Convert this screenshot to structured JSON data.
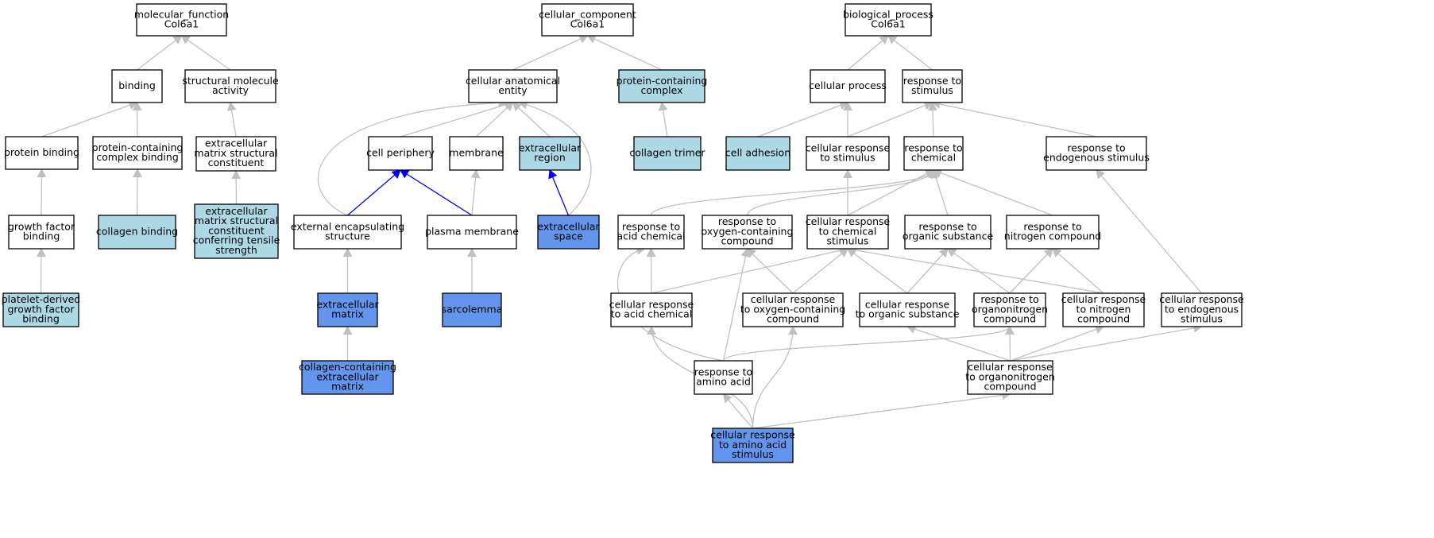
{
  "colors": {
    "plain": "#ffffff",
    "light": "#add8e6",
    "strong": "#6495ed",
    "edge_gray": "#c0c0c0",
    "edge_blue": "#0000ff",
    "border": "#000000"
  },
  "nodes": [
    {
      "id": "mf",
      "lines": [
        "molecular_function",
        "Col6a1"
      ],
      "fill": "plain"
    },
    {
      "id": "binding",
      "lines": [
        "binding"
      ],
      "fill": "plain"
    },
    {
      "id": "sma",
      "lines": [
        "structural molecule",
        "activity"
      ],
      "fill": "plain"
    },
    {
      "id": "protbind",
      "lines": [
        "protein binding"
      ],
      "fill": "plain"
    },
    {
      "id": "pccb",
      "lines": [
        "protein-containing",
        "complex binding"
      ],
      "fill": "plain"
    },
    {
      "id": "emsc",
      "lines": [
        "extracellular",
        "matrix structural",
        "constituent"
      ],
      "fill": "plain"
    },
    {
      "id": "gfb",
      "lines": [
        "growth factor",
        "binding"
      ],
      "fill": "plain"
    },
    {
      "id": "colbind",
      "lines": [
        "collagen binding"
      ],
      "fill": "light"
    },
    {
      "id": "emscts",
      "lines": [
        "extracellular",
        "matrix structural",
        "constituent",
        "conferring tensile",
        "strength"
      ],
      "fill": "light"
    },
    {
      "id": "pdgfb",
      "lines": [
        "platelet-derived",
        "growth factor",
        "binding"
      ],
      "fill": "light"
    },
    {
      "id": "cc",
      "lines": [
        "cellular_component",
        "Col6a1"
      ],
      "fill": "plain"
    },
    {
      "id": "cae",
      "lines": [
        "cellular anatomical",
        "entity"
      ],
      "fill": "plain"
    },
    {
      "id": "pcc",
      "lines": [
        "protein-containing",
        "complex"
      ],
      "fill": "light"
    },
    {
      "id": "cellper",
      "lines": [
        "cell periphery"
      ],
      "fill": "plain"
    },
    {
      "id": "membrane",
      "lines": [
        "membrane"
      ],
      "fill": "plain"
    },
    {
      "id": "ecregion",
      "lines": [
        "extracellular",
        "region"
      ],
      "fill": "light"
    },
    {
      "id": "coltrimer",
      "lines": [
        "collagen trimer"
      ],
      "fill": "light"
    },
    {
      "id": "ees",
      "lines": [
        "external encapsulating",
        "structure"
      ],
      "fill": "plain"
    },
    {
      "id": "plasmamem",
      "lines": [
        "plasma membrane"
      ],
      "fill": "plain"
    },
    {
      "id": "ecspace",
      "lines": [
        "extracellular",
        "space"
      ],
      "fill": "strong"
    },
    {
      "id": "ecm",
      "lines": [
        "extracellular",
        "matrix"
      ],
      "fill": "strong"
    },
    {
      "id": "sarcolemma",
      "lines": [
        "sarcolemma"
      ],
      "fill": "strong"
    },
    {
      "id": "ccecm",
      "lines": [
        "collagen-containing",
        "extracellular",
        "matrix"
      ],
      "fill": "strong"
    },
    {
      "id": "bp",
      "lines": [
        "biological_process",
        "Col6a1"
      ],
      "fill": "plain"
    },
    {
      "id": "cellproc",
      "lines": [
        "cellular process"
      ],
      "fill": "plain"
    },
    {
      "id": "rstim",
      "lines": [
        "response to",
        "stimulus"
      ],
      "fill": "plain"
    },
    {
      "id": "celladh",
      "lines": [
        "cell adhesion"
      ],
      "fill": "light"
    },
    {
      "id": "crstim",
      "lines": [
        "cellular response",
        "to stimulus"
      ],
      "fill": "plain"
    },
    {
      "id": "rchem",
      "lines": [
        "response to",
        "chemical"
      ],
      "fill": "plain"
    },
    {
      "id": "rendo",
      "lines": [
        "response to",
        "endogenous stimulus"
      ],
      "fill": "plain"
    },
    {
      "id": "racid",
      "lines": [
        "response to",
        "acid chemical"
      ],
      "fill": "plain"
    },
    {
      "id": "roxy",
      "lines": [
        "response to",
        "oxygen-containing",
        "compound"
      ],
      "fill": "plain"
    },
    {
      "id": "crchem",
      "lines": [
        "cellular response",
        "to chemical",
        "stimulus"
      ],
      "fill": "plain"
    },
    {
      "id": "rorg",
      "lines": [
        "response to",
        "organic substance"
      ],
      "fill": "plain"
    },
    {
      "id": "rnitro",
      "lines": [
        "response to",
        "nitrogen compound"
      ],
      "fill": "plain"
    },
    {
      "id": "cracid",
      "lines": [
        "cellular response",
        "to acid chemical"
      ],
      "fill": "plain"
    },
    {
      "id": "croxy",
      "lines": [
        "cellular response",
        "to oxygen-containing",
        "compound"
      ],
      "fill": "plain"
    },
    {
      "id": "crorg",
      "lines": [
        "cellular response",
        "to organic substance"
      ],
      "fill": "plain"
    },
    {
      "id": "rorgn",
      "lines": [
        "response to",
        "organonitrogen",
        "compound"
      ],
      "fill": "plain"
    },
    {
      "id": "crnitro",
      "lines": [
        "cellular response",
        "to nitrogen",
        "compound"
      ],
      "fill": "plain"
    },
    {
      "id": "crendo",
      "lines": [
        "cellular response",
        "to endogenous",
        "stimulus"
      ],
      "fill": "plain"
    },
    {
      "id": "raa",
      "lines": [
        "response to",
        "amino acid"
      ],
      "fill": "plain"
    },
    {
      "id": "crorgn",
      "lines": [
        "cellular response",
        "to organonitrogen",
        "compound"
      ],
      "fill": "plain"
    },
    {
      "id": "craa",
      "lines": [
        "cellular response",
        "to amino acid",
        "stimulus"
      ],
      "fill": "strong"
    }
  ],
  "edges": [
    {
      "from": "binding",
      "to": "mf",
      "color": "gray"
    },
    {
      "from": "sma",
      "to": "mf",
      "color": "gray"
    },
    {
      "from": "protbind",
      "to": "binding",
      "color": "gray"
    },
    {
      "from": "pccb",
      "to": "binding",
      "color": "gray"
    },
    {
      "from": "emsc",
      "to": "sma",
      "color": "gray"
    },
    {
      "from": "gfb",
      "to": "protbind",
      "color": "gray"
    },
    {
      "from": "colbind",
      "to": "pccb",
      "color": "gray"
    },
    {
      "from": "emscts",
      "to": "emsc",
      "color": "gray"
    },
    {
      "from": "pdgfb",
      "to": "gfb",
      "color": "gray"
    },
    {
      "from": "cae",
      "to": "cc",
      "color": "gray"
    },
    {
      "from": "pcc",
      "to": "cc",
      "color": "gray"
    },
    {
      "from": "cellper",
      "to": "cae",
      "color": "gray"
    },
    {
      "from": "membrane",
      "to": "cae",
      "color": "gray"
    },
    {
      "from": "ecregion",
      "to": "cae",
      "color": "gray"
    },
    {
      "from": "ees",
      "to": "cae",
      "color": "gray",
      "curve": "left"
    },
    {
      "from": "ecspace",
      "to": "cae",
      "color": "gray",
      "curve": "right"
    },
    {
      "from": "coltrimer",
      "to": "pcc",
      "color": "gray"
    },
    {
      "from": "ees",
      "to": "cellper",
      "color": "blue"
    },
    {
      "from": "plasmamem",
      "to": "cellper",
      "color": "blue"
    },
    {
      "from": "plasmamem",
      "to": "membrane",
      "color": "gray"
    },
    {
      "from": "ecspace",
      "to": "ecregion",
      "color": "blue"
    },
    {
      "from": "ecm",
      "to": "ees",
      "color": "gray"
    },
    {
      "from": "sarcolemma",
      "to": "plasmamem",
      "color": "gray"
    },
    {
      "from": "ccecm",
      "to": "ecm",
      "color": "gray"
    },
    {
      "from": "cellproc",
      "to": "bp",
      "color": "gray"
    },
    {
      "from": "rstim",
      "to": "bp",
      "color": "gray"
    },
    {
      "from": "celladh",
      "to": "cellproc",
      "color": "gray"
    },
    {
      "from": "crstim",
      "to": "cellproc",
      "color": "gray"
    },
    {
      "from": "crstim",
      "to": "rstim",
      "color": "gray"
    },
    {
      "from": "rchem",
      "to": "rstim",
      "color": "gray"
    },
    {
      "from": "rendo",
      "to": "rstim",
      "color": "gray"
    },
    {
      "from": "racid",
      "to": "rchem",
      "color": "gray",
      "curve": "soft"
    },
    {
      "from": "roxy",
      "to": "rchem",
      "color": "gray",
      "curve": "soft"
    },
    {
      "from": "crchem",
      "to": "rchem",
      "color": "gray"
    },
    {
      "from": "crchem",
      "to": "crstim",
      "color": "gray"
    },
    {
      "from": "rorg",
      "to": "rchem",
      "color": "gray"
    },
    {
      "from": "rnitro",
      "to": "rchem",
      "color": "gray"
    },
    {
      "from": "cracid",
      "to": "racid",
      "color": "gray"
    },
    {
      "from": "cracid",
      "to": "crchem",
      "color": "gray"
    },
    {
      "from": "croxy",
      "to": "roxy",
      "color": "gray"
    },
    {
      "from": "croxy",
      "to": "crchem",
      "color": "gray"
    },
    {
      "from": "crorg",
      "to": "crchem",
      "color": "gray"
    },
    {
      "from": "crorg",
      "to": "rorg",
      "color": "gray"
    },
    {
      "from": "rorgn",
      "to": "rorg",
      "color": "gray"
    },
    {
      "from": "rorgn",
      "to": "rnitro",
      "color": "gray"
    },
    {
      "from": "crnitro",
      "to": "rnitro",
      "color": "gray"
    },
    {
      "from": "crnitro",
      "to": "crchem",
      "color": "gray"
    },
    {
      "from": "crendo",
      "to": "rendo",
      "color": "gray"
    },
    {
      "from": "raa",
      "to": "roxy",
      "color": "gray"
    },
    {
      "from": "raa",
      "to": "racid",
      "color": "gray",
      "curve": "left"
    },
    {
      "from": "raa",
      "to": "rorgn",
      "color": "gray",
      "curve": "soft"
    },
    {
      "from": "crorgn",
      "to": "rorgn",
      "color": "gray"
    },
    {
      "from": "crorgn",
      "to": "crnitro",
      "color": "gray"
    },
    {
      "from": "crorgn",
      "to": "crorg",
      "color": "gray"
    },
    {
      "from": "crorgn",
      "to": "crendo",
      "color": "gray"
    },
    {
      "from": "craa",
      "to": "raa",
      "color": "gray"
    },
    {
      "from": "craa",
      "to": "cracid",
      "color": "gray",
      "curve": "soft"
    },
    {
      "from": "craa",
      "to": "croxy",
      "color": "gray",
      "curve": "soft"
    },
    {
      "from": "craa",
      "to": "crorgn",
      "color": "gray"
    }
  ]
}
